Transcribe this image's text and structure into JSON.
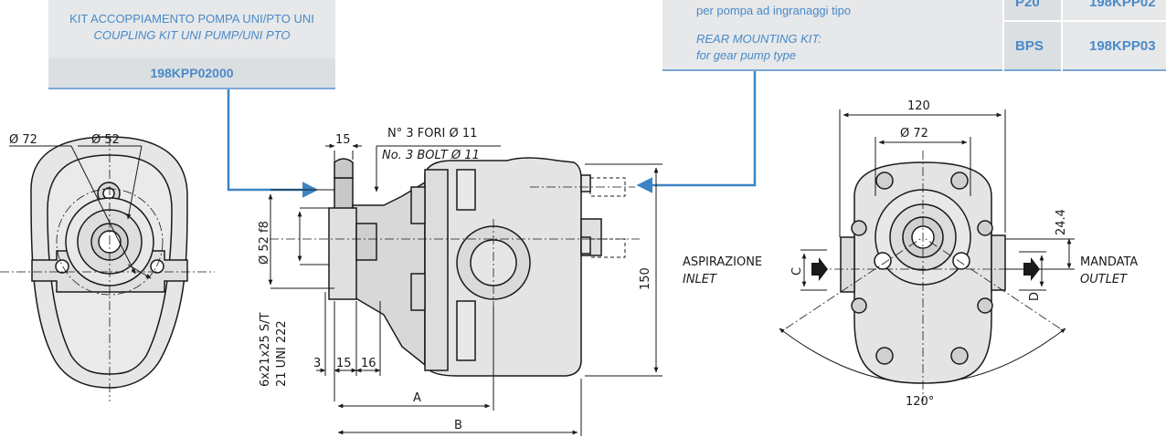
{
  "left_kit": {
    "title_it": "KIT ACCOPPIAMENTO POMPA UNI/PTO UNI",
    "title_en": "COUPLING KIT UNI PUMP/UNI PTO",
    "code": "198KPP02000"
  },
  "rear_kit": {
    "text_it": "per pompa ad ingranaggi tipo",
    "text_en_1": "REAR MOUNTING KIT:",
    "text_en_2": "for gear pump type",
    "rows": [
      {
        "type": "P20",
        "code": "198KPP02"
      },
      {
        "type": "BPS",
        "code": "198KPP03"
      }
    ]
  },
  "left_view": {
    "dim_outer": "Ø 72",
    "dim_inner": "Ø 52"
  },
  "side_view": {
    "dim_15_top": "15",
    "holes_it": "N° 3 FORI Ø 11",
    "holes_en": "No. 3 BOLT Ø 11",
    "dim_pilot": "Ø 52 f8",
    "dim_spline_1": "6x21x25 S/T",
    "dim_spline_2": "21 UNI 222",
    "dim_3": "3",
    "dim_15": "15",
    "dim_16": "16",
    "dim_A": "A",
    "dim_B": "B",
    "dim_150": "150"
  },
  "front_view": {
    "dim_120": "120",
    "dim_72": "Ø 72",
    "dim_24": "24.4",
    "dim_C": "C",
    "dim_D": "D",
    "angle": "120°",
    "inlet_it": "ASPIRAZIONE",
    "inlet_en": "INLET",
    "outlet_it": "MANDATA",
    "outlet_en": "OUTLET"
  },
  "colors": {
    "accent_blue": "#3b84c4",
    "box_gray": "#e6e8ea",
    "part_gray": "#e4e4e4"
  }
}
